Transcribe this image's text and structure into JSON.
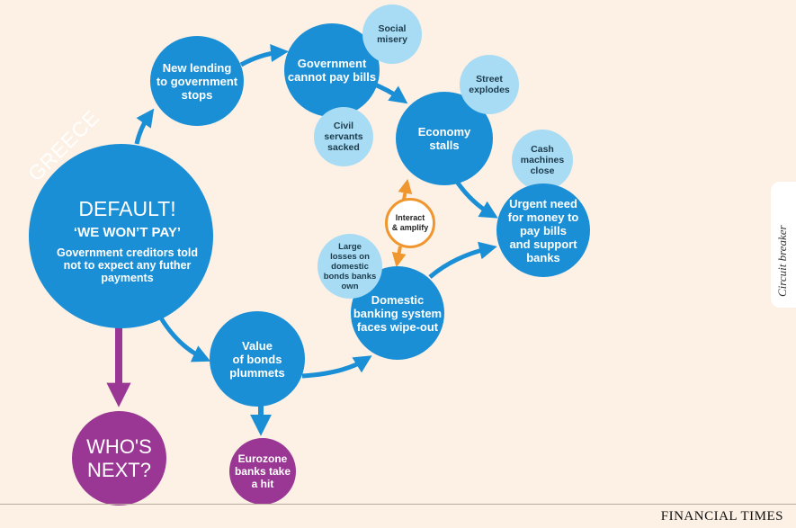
{
  "colors": {
    "background": "#fdf0e4",
    "primary_node": "#1a8fd6",
    "secondary_node": "#a8dcf4",
    "terminal_node": "#9a3693",
    "interaction": "#f0962e"
  },
  "diagram": {
    "country_label": "GREECE",
    "default_node": {
      "title": "DEFAULT!",
      "subtitle": "‘WE WON’T PAY’",
      "body": "Government creditors told\nnot to expect any futher\npayments"
    },
    "nodes": {
      "new_lending": "New lending\nto government\nstops",
      "gov_cannot_pay": "Government\ncannot pay bills",
      "social_misery": "Social\nmisery",
      "civil_servants": "Civil\nservants\nsacked",
      "economy_stalls": "Economy\nstalls",
      "street_explodes": "Street\nexplodes",
      "cash_machines": "Cash\nmachines\nclose",
      "urgent_need": "Urgent need\nfor money to\npay bills\nand support\nbanks",
      "interact": "Interact\n& amplify",
      "large_losses": "Large\nlosses on\ndomestic\nbonds banks\nown",
      "domestic_banking": "Domestic\nbanking system\nfaces wipe-out",
      "bonds_plummet": "Value\nof bonds\nplummets",
      "eurozone_banks": "Eurozone\nbanks take\na hit",
      "whos_next": "WHO'S\nNEXT?"
    }
  },
  "sidebar_tab": "Circuit breaker",
  "footer": "FINANCIAL TIMES"
}
